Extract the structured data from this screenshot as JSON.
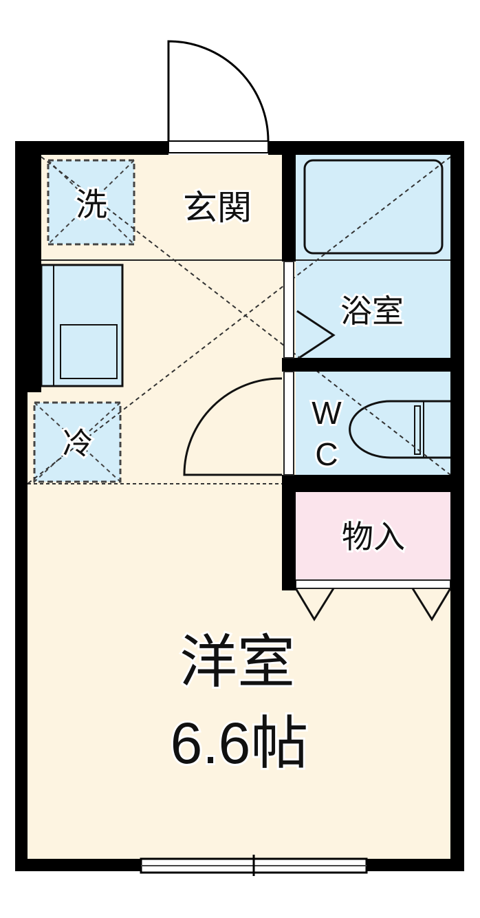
{
  "floor_plan": {
    "rooms": {
      "entrance": "玄関",
      "washer": "洗",
      "fridge": "冷",
      "bathroom": "浴室",
      "wc_w": "W",
      "wc_c": "C",
      "storage": "物入",
      "western_room": "洋室",
      "western_room_size": "6.6帖"
    },
    "colors": {
      "floor": "#fdf4e1",
      "wet_area": "#d3edf9",
      "storage": "#fbe4ec",
      "wall": "#000000"
    }
  }
}
